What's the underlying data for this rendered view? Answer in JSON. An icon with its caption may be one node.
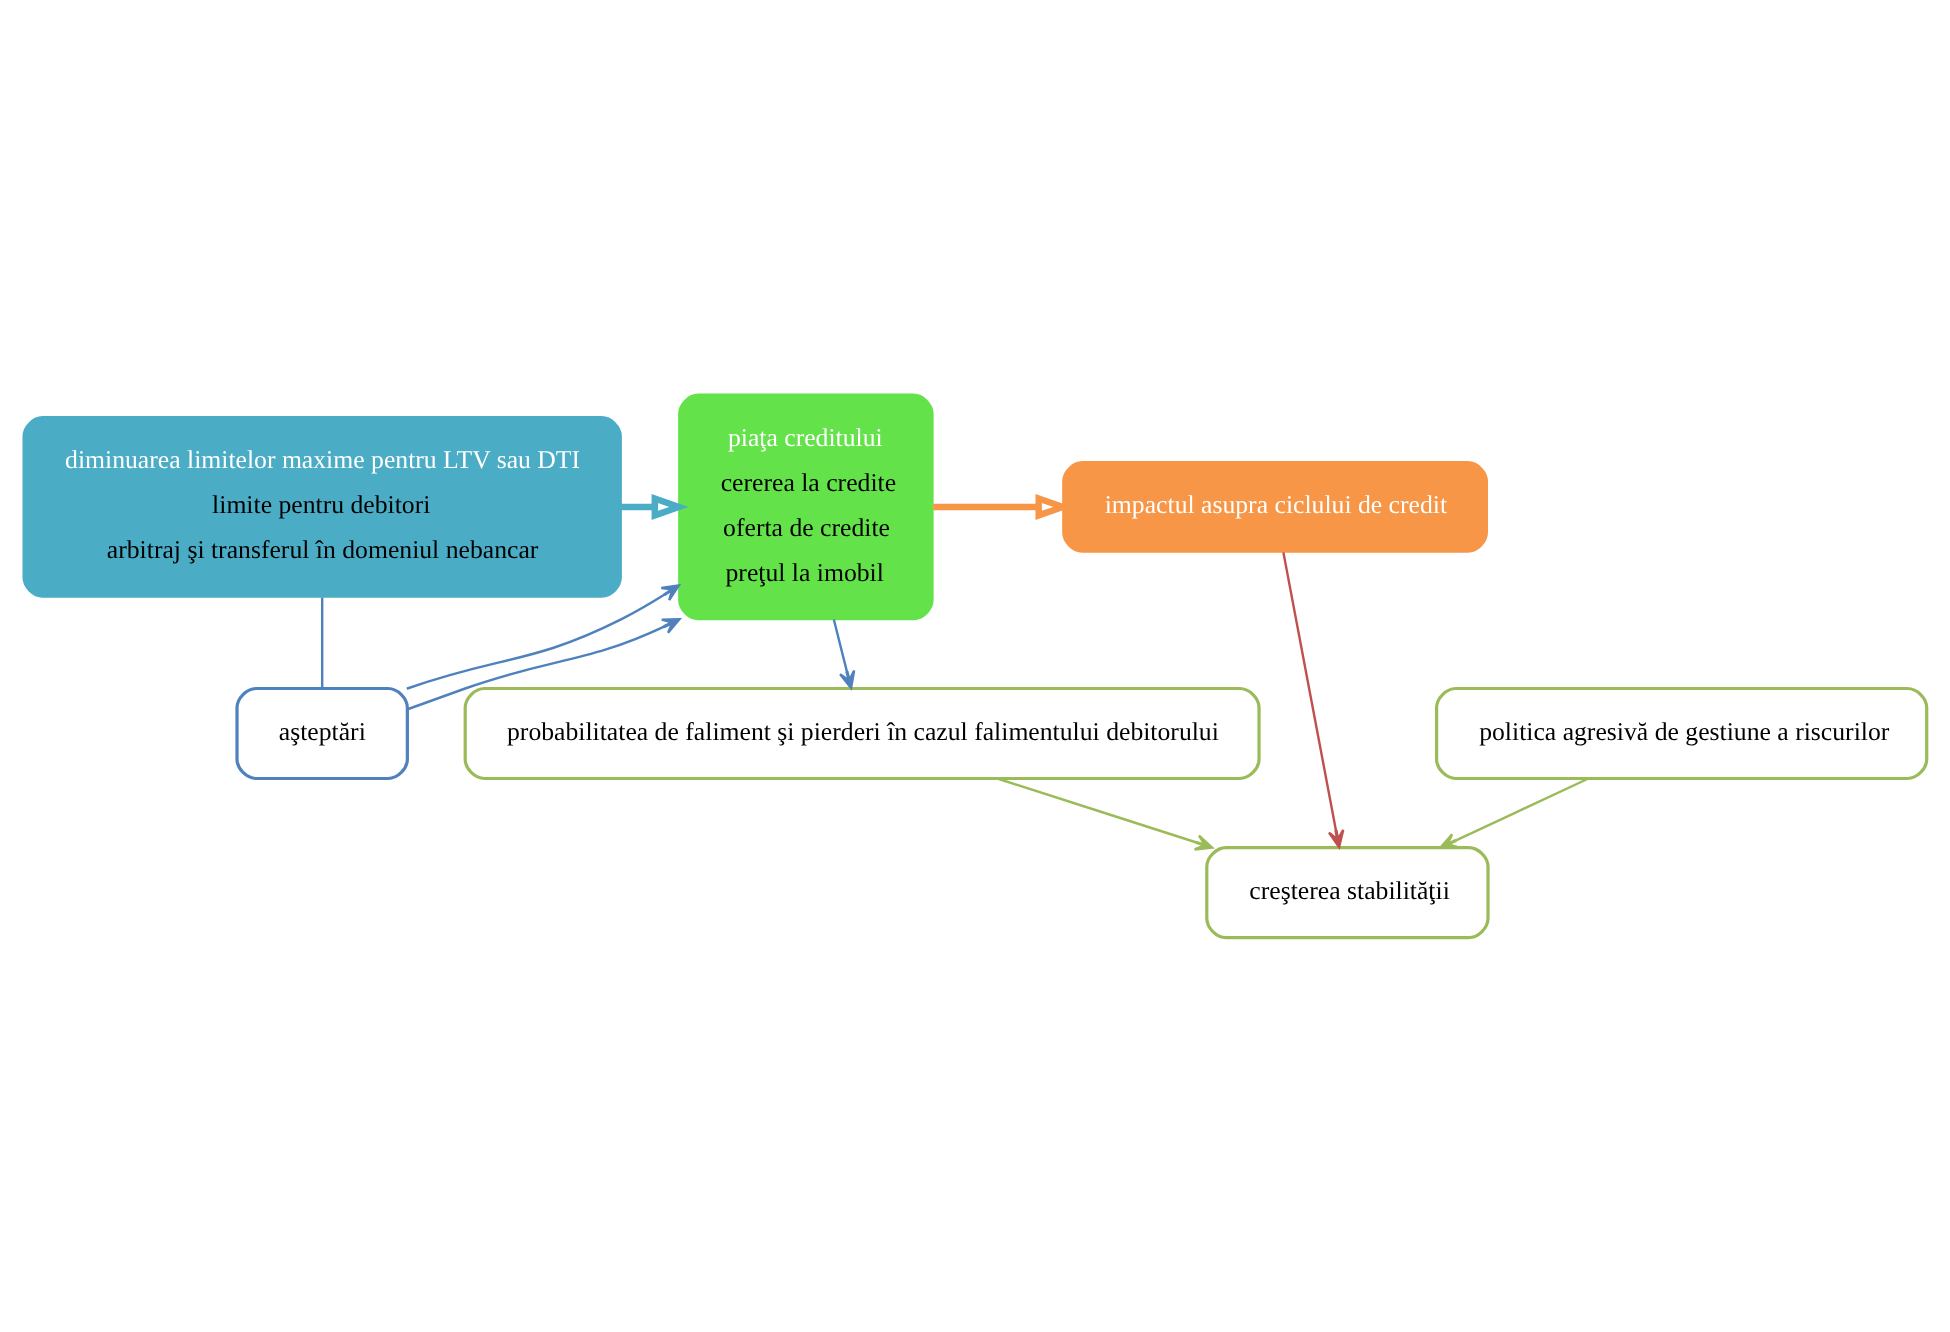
{
  "diagram": {
    "nodes": [
      {
        "text": [
          "diminuarea limitelor maxime pentru LTV sau DTI",
          "limite pentru debitori",
          "arbitraj şi transferul în domeniul nebancar"
        ]
      },
      {
        "text": [
          "piaţa creditului",
          "cererea la credite",
          "oferta de credite",
          "preţul la imobil"
        ]
      },
      {
        "text": [
          "impactul asupra ciclului de credit"
        ]
      },
      {
        "text": [
          "aşteptări"
        ]
      },
      {
        "text": [
          "politica agresivă de gestiune a riscurilor"
        ]
      },
      {
        "text": [
          "probabilitatea de faliment şi pierderi în cazul falimentului debitorului"
        ]
      },
      {
        "text": [
          "creşterea stabilităţii"
        ]
      }
    ],
    "edges": [
      {
        "from": 0,
        "to": 1,
        "arrow": "to",
        "style": "thick",
        "color": "#4bacc6"
      },
      {
        "from": 1,
        "to": 2,
        "arrow": "to",
        "style": "thick",
        "color": "#f79646"
      },
      {
        "from": 0,
        "to": 3,
        "arrow": "none"
      },
      {
        "from": 3,
        "to": 1,
        "arrow": "to"
      },
      {
        "from": 3,
        "to": 1,
        "arrow": "to"
      },
      {
        "from": 1,
        "to": 5,
        "arrow": "to"
      },
      {
        "from": 4,
        "to": 6,
        "arrow": "to",
        "color": "#9bbb59"
      },
      {
        "from": 5,
        "to": 6,
        "arrow": "to",
        "color": "#9bbb59"
      },
      {
        "from": 2,
        "to": 6,
        "arrow": "to",
        "color": "#c0504d"
      }
    ]
  }
}
